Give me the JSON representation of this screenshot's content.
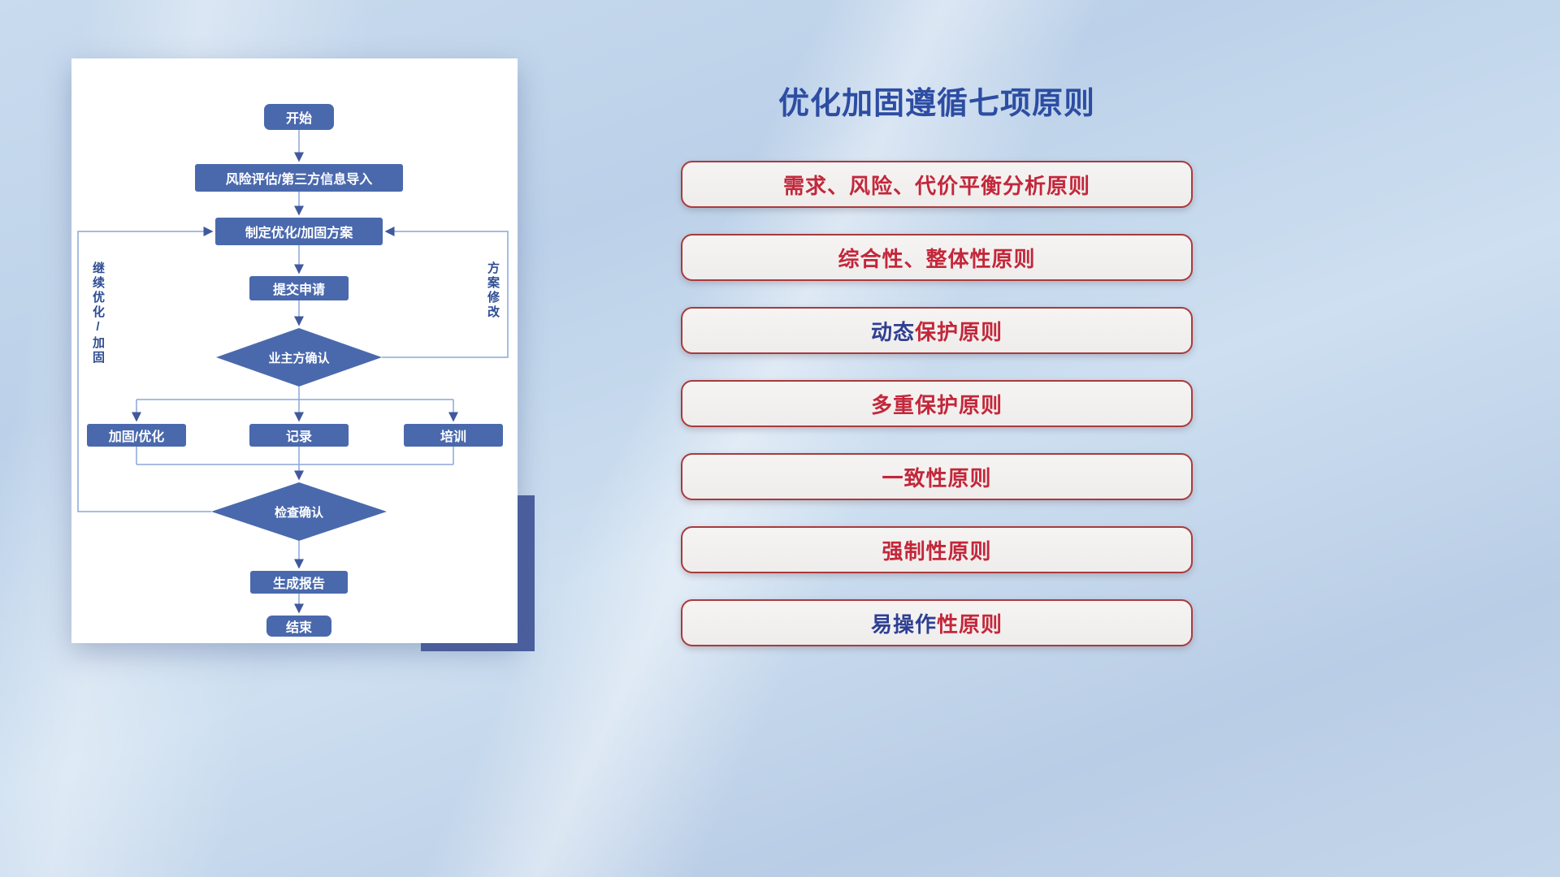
{
  "palette": {
    "red": "#c3273b",
    "blue": "#2e3f93",
    "title_blue": "#2d4da3",
    "node_fill": "#4a69ad",
    "node_text": "#ffffff",
    "line": "#8aa7d8",
    "arrow": "#41599c",
    "side_label": "#2e4d93",
    "pill_border": "#a93a3c",
    "pill_background": "#f2f0ee",
    "accent_block": "#4c5f9f"
  },
  "flowchart": {
    "nodes": {
      "start": {
        "label": "开始"
      },
      "risk": {
        "label": "风险评估/第三方信息导入"
      },
      "plan": {
        "label": "制定优化/加固方案"
      },
      "submit": {
        "label": "提交申请"
      },
      "owner_confirm": {
        "label": "业主方确认"
      },
      "harden": {
        "label": "加固/优化"
      },
      "record": {
        "label": "记录"
      },
      "train": {
        "label": "培训"
      },
      "check": {
        "label": "检查确认"
      },
      "report": {
        "label": "生成报告"
      },
      "end": {
        "label": "结束"
      }
    },
    "edge_labels": {
      "continue": "继续优化/加固",
      "modify": "方案修改"
    }
  },
  "principles": {
    "title": "优化加固遵循七项原则",
    "items": [
      {
        "parts": [
          {
            "text": "需求、风险、代价平衡分析原则",
            "color": "red"
          }
        ]
      },
      {
        "parts": [
          {
            "text": "综合性、整体性原则",
            "color": "red"
          }
        ]
      },
      {
        "parts": [
          {
            "text": "动态",
            "color": "blue"
          },
          {
            "text": "保护原则",
            "color": "red"
          }
        ]
      },
      {
        "parts": [
          {
            "text": "多重保护原则",
            "color": "red"
          }
        ]
      },
      {
        "parts": [
          {
            "text": "一致性原则",
            "color": "red"
          }
        ]
      },
      {
        "parts": [
          {
            "text": "强制性原则",
            "color": "red"
          }
        ]
      },
      {
        "parts": [
          {
            "text": "易操作",
            "color": "blue"
          },
          {
            "text": "性原则",
            "color": "red"
          }
        ]
      }
    ]
  }
}
